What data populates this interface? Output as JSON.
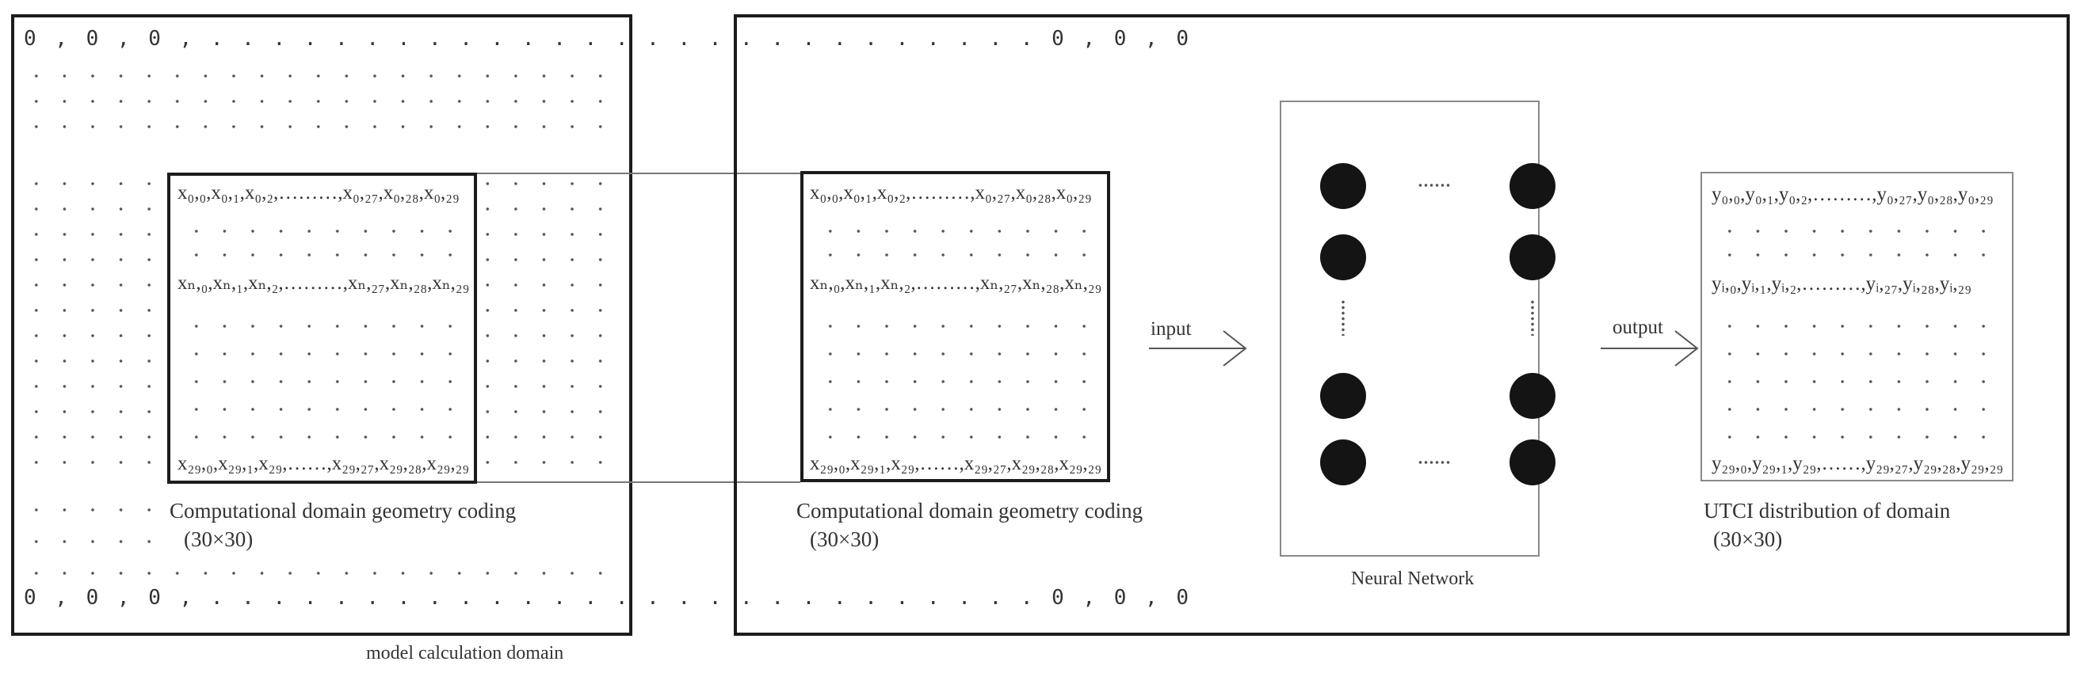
{
  "diagram": {
    "zero_row": "0 , 0 , 0 , . . . . . . . . . . . . . . . . . . . . . . . . . . . 0 , 0 , 0",
    "left_panel": {
      "caption": "model calculation domain",
      "inner_label": "Computational domain geometry coding",
      "inner_size": "(30×30)"
    },
    "x_rows": [
      "x₀,₀,x₀,₁,x₀,₂,………,x₀,₂₇,x₀,₂₈,x₀,₂₉",
      "xₙ,₀,xₙ,₁,xₙ,₂,………,xₙ,₂₇,xₙ,₂₈,xₙ,₂₉",
      "x₂₉,₀,x₂₉,₁,x₂₉,……,x₂₉,₂₇,x₂₉,₂₈,x₂₉,₂₉"
    ],
    "middle_panel": {
      "label": "Computational domain geometry coding",
      "size": "(30×30)"
    },
    "arrows": {
      "input": "input",
      "output": "output"
    },
    "network": {
      "label": "Neural Network"
    },
    "y_rows": [
      "y₀,₀,y₀,₁,y₀,₂,………,y₀,₂₇,y₀,₂₈,y₀,₂₉",
      "yᵢ,₀,yᵢ,₁,yᵢ,₂,………,yᵢ,₂₇,yᵢ,₂₈,yᵢ,₂₉",
      "y₂₉,₀,y₂₉,₁,y₂₉,……,y₂₉,₂₇,y₂₉,₂₈,y₂₉,₂₉"
    ],
    "output_panel": {
      "label": "UTCI distribution of domain",
      "size": "(30×30)"
    }
  }
}
